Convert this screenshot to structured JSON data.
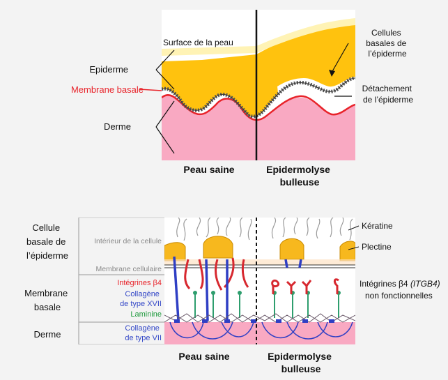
{
  "top": {
    "labels": {
      "epiderme": "Epiderme",
      "membrane_basale": "Membrane basale",
      "derme": "Derme",
      "surface": "Surface de la peau",
      "cellules_basales": [
        "Cellules",
        "basales de",
        "l’épiderme"
      ],
      "detachement": [
        "Détachement",
        "de l’épiderme"
      ]
    },
    "captions": {
      "left": "Peau saine",
      "right_line1": "Epidermolyse",
      "right_line2": "bulleuse"
    }
  },
  "bottom": {
    "left_labels": {
      "cellule_basale": [
        "Cellule",
        "basale de",
        "l’épiderme"
      ],
      "membrane_basale": [
        "Membrane",
        "basale"
      ],
      "derme": "Derme"
    },
    "inner_labels": {
      "interieur": "Intérieur de la cellule",
      "membrane_cellulaire": "Membrane cellulaire",
      "integrines": "Intégrines β4",
      "collagene_xvii": [
        "Collagène",
        "de type XVII"
      ],
      "laminine": "Laminine",
      "collagene_vii": [
        "Collagène",
        "de type VII"
      ]
    },
    "right_labels": {
      "keratine": "Kératine",
      "plectine": "Plectine",
      "integrines_nf_line1": "Intégrines β4 ",
      "integrines_nf_gene": "(ITGB4)",
      "integrines_nf_line2": "non fonctionnelles"
    },
    "captions": {
      "left": "Peau saine",
      "right_line1": "Epidermolyse",
      "right_line2": "bulleuse"
    }
  },
  "colors": {
    "epiderme": "#ffc20e",
    "derme": "#f9a9c2",
    "membrane": "#e8232a",
    "integrine": "#d7282f",
    "collagene": "#2f3fc4",
    "laminine": "#2e9e6e",
    "label_red": "#e8232a",
    "label_blue": "#3347c7",
    "label_green": "#1f9a3e"
  }
}
